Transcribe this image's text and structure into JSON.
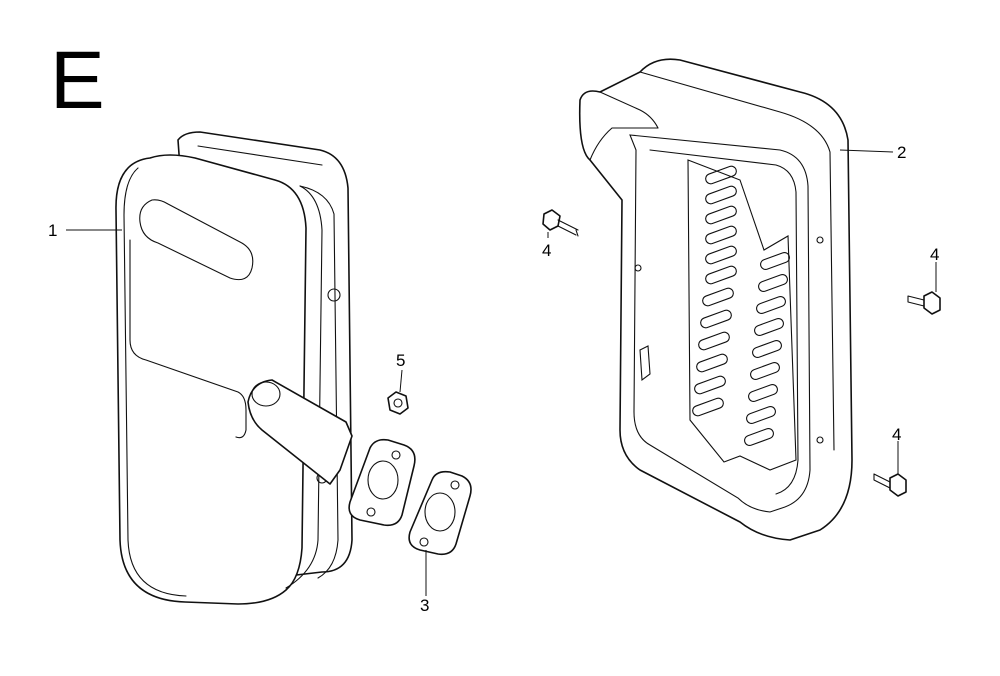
{
  "diagram": {
    "section_letter": "E",
    "callouts": {
      "muffler": "1",
      "muffler_protector": "2",
      "gasket": "3",
      "bolt_top_left": "4",
      "bolt_right": "4",
      "bolt_bottom_right": "4",
      "nut": "5"
    }
  }
}
